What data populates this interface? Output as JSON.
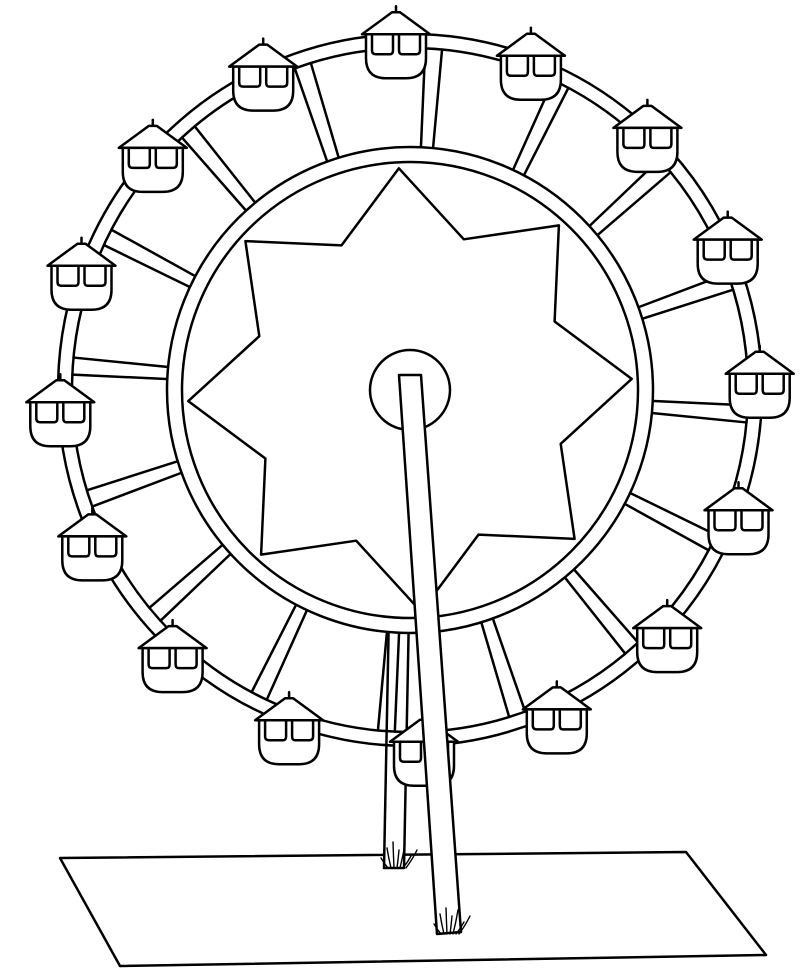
{
  "colors": {
    "stroke": "#000000",
    "fill": "#ffffff"
  },
  "drawing": {
    "subject": "ferris-wheel",
    "gondolas": 16,
    "star_points": 8
  }
}
